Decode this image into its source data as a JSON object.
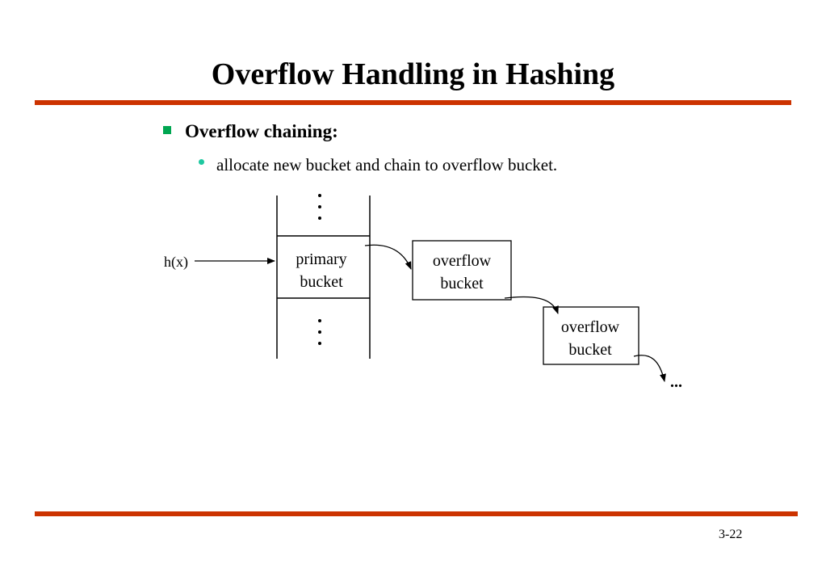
{
  "slide": {
    "title": "Overflow Handling in Hashing",
    "heading": "Overflow chaining:",
    "subpoint": "allocate new bucket and chain to overflow bucket.",
    "page_number": "3-22"
  },
  "diagram": {
    "input_label": "h(x)",
    "primary_bucket": [
      "primary",
      "bucket"
    ],
    "overflow_bucket_1": [
      "overflow",
      "bucket"
    ],
    "overflow_bucket_2": [
      "overflow",
      "bucket"
    ],
    "continuation": "..."
  },
  "colors": {
    "rule": "#cc3300",
    "heading_bullet": "#00a651",
    "sub_bullet": "#1ec8a0"
  }
}
